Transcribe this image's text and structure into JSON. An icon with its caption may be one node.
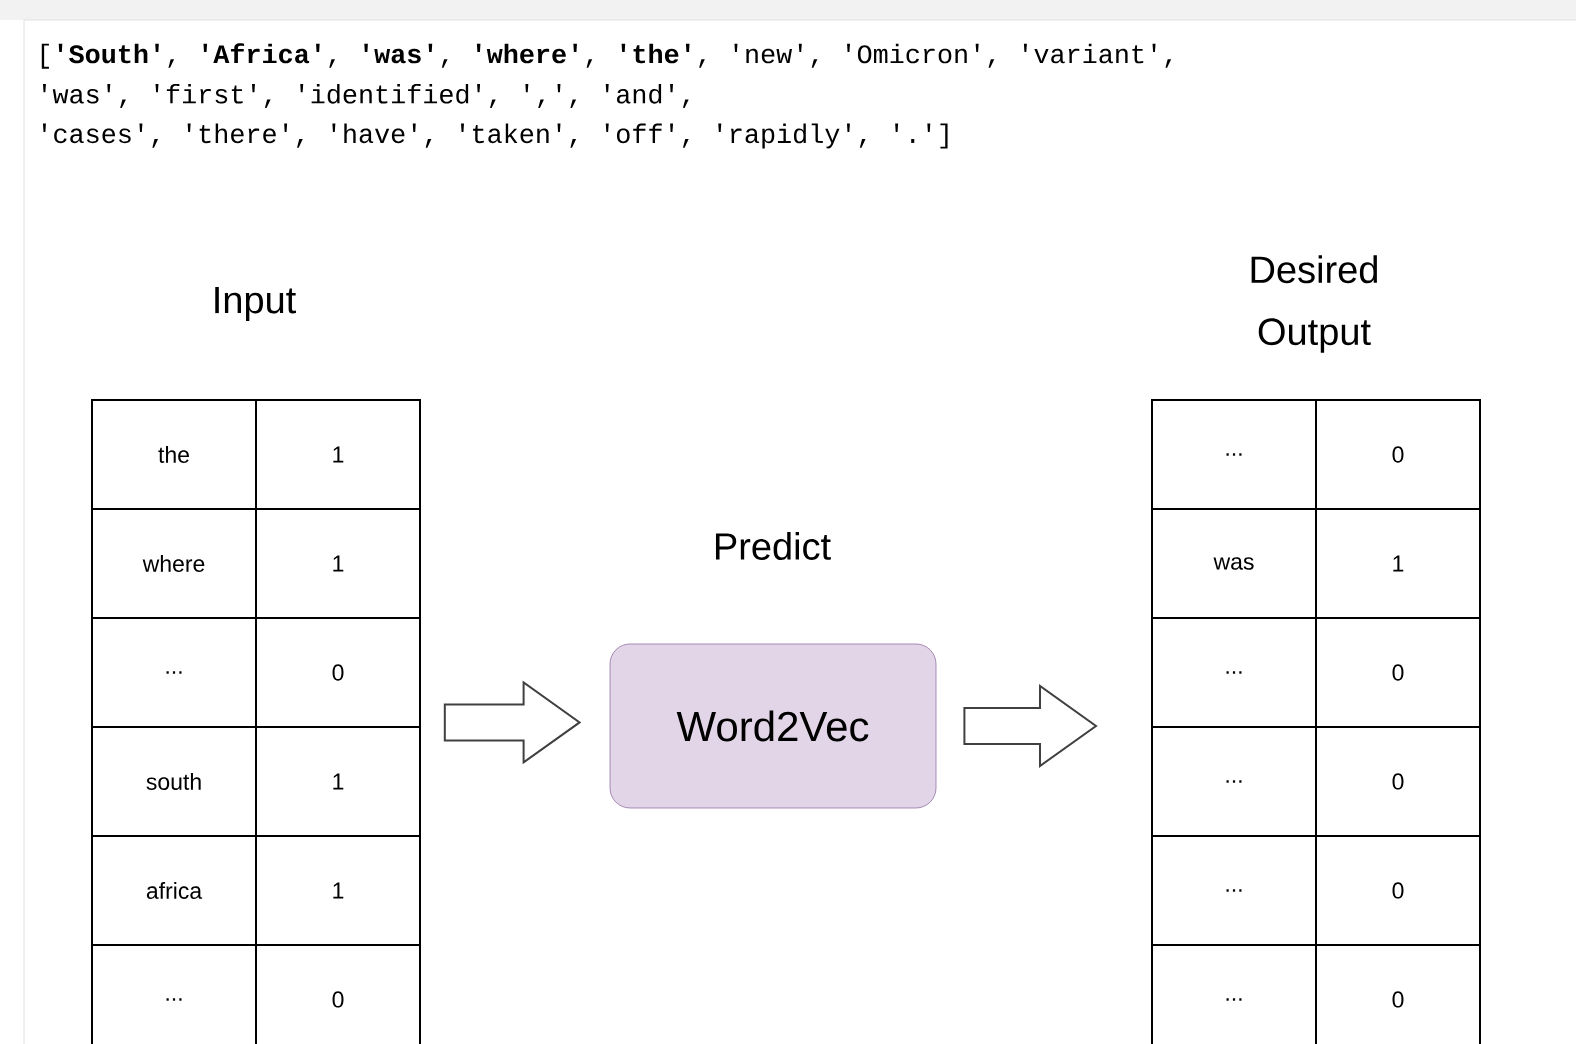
{
  "diagram": {
    "nodes": [
      {
        "text": [
          "Input"
        ]
      },
      {
        "text": [
          "Predict",
          "Word2Vec"
        ]
      },
      {
        "text": [
          "Desired Output"
        ]
      }
    ],
    "edges": [
      {
        "from": 0,
        "to": 1,
        "arrow": "to"
      },
      {
        "from": 1,
        "to": 2,
        "arrow": "to"
      }
    ],
    "labels": [
      "[**'South'**, **'Africa'**, **'was'**, **'where'**, **'the'**, 'new', 'Omicron', 'variant',",
      "'was', 'first', 'identified', ',', 'and',",
      "'cases', 'there', 'have', 'taken', 'off', 'rapidly', '.']",
      "the",
      "1",
      "where",
      "1",
      "...",
      "0",
      "south",
      "1",
      "africa",
      "1",
      "...",
      "0",
      "...",
      "0",
      "was",
      "1",
      "...",
      "0",
      "...",
      "0",
      "...",
      "0",
      "...",
      "0"
    ]
  }
}
